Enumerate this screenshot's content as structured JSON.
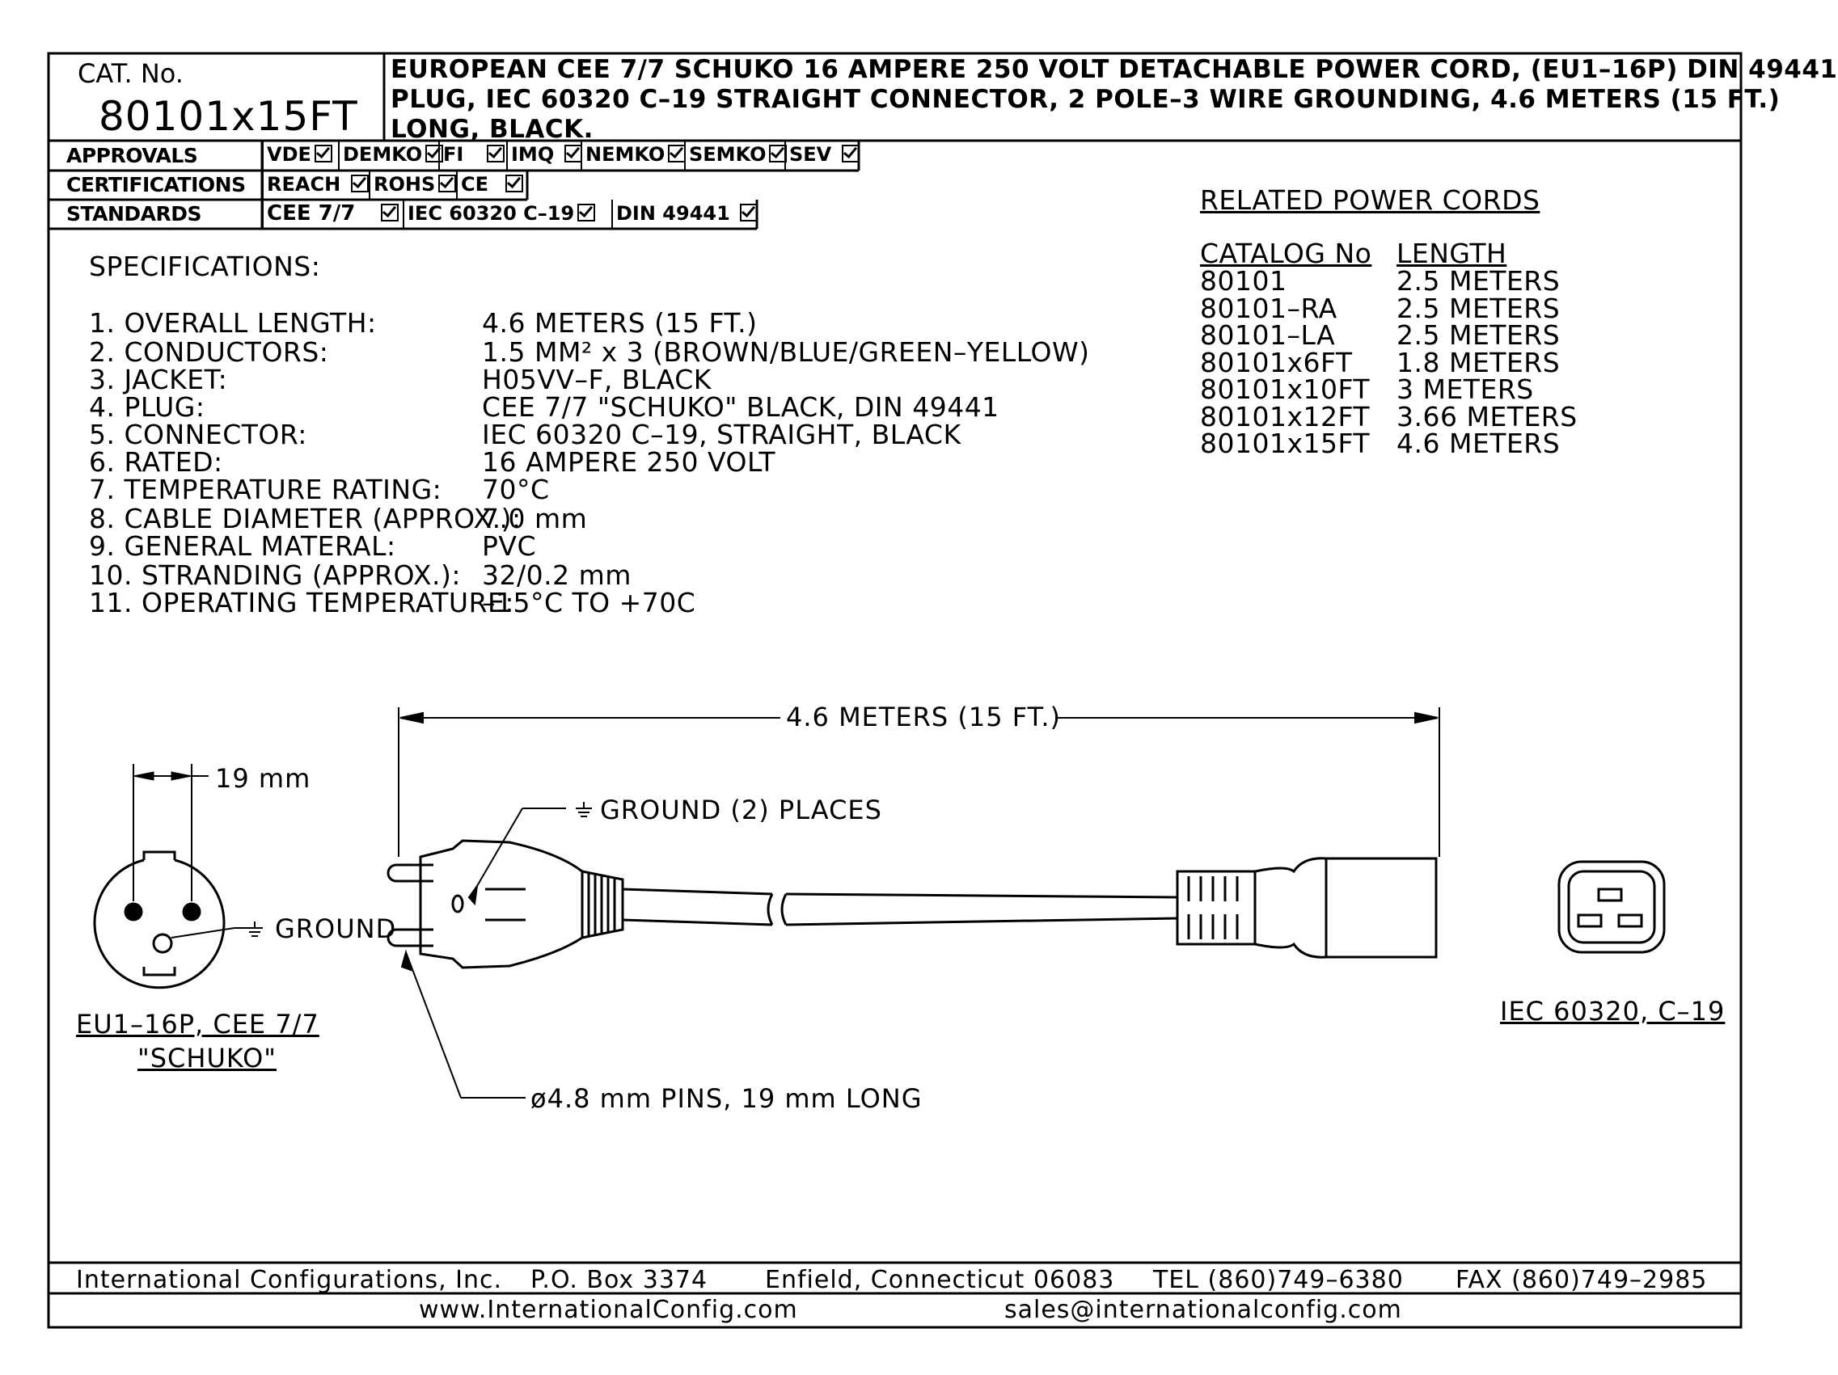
{
  "header": {
    "cat_label": "CAT. No.",
    "cat_number": "80101x15FT",
    "description_lines": [
      "EUROPEAN CEE 7/7 SCHUKO 16 AMPERE 250 VOLT DETACHABLE POWER CORD, (EU1–16P) DIN 49441",
      "PLUG, IEC 60320 C–19 STRAIGHT CONNECTOR, 2 POLE–3 WIRE GROUNDING, 4.6 METERS (15 FT.)",
      "LONG, BLACK."
    ]
  },
  "approvals": {
    "label": "APPROVALS",
    "items": [
      "VDE",
      "DEMKO",
      "FI",
      "IMQ",
      "NEMKO",
      "SEMKO",
      "SEV"
    ]
  },
  "certifications": {
    "label": "CERTIFICATIONS",
    "items": [
      "REACH",
      "ROHS",
      "CE"
    ]
  },
  "standards": {
    "label": "STANDARDS",
    "items": [
      "CEE 7/7",
      "IEC 60320 C–19",
      "DIN 49441"
    ]
  },
  "specifications": {
    "title": "SPECIFICATIONS:",
    "rows": [
      {
        "label": "1. OVERALL LENGTH:",
        "value": "4.6 METERS (15 FT.)"
      },
      {
        "label": "2. CONDUCTORS:",
        "value": "1.5 MM² x 3 (BROWN/BLUE/GREEN–YELLOW)"
      },
      {
        "label": "3. JACKET:",
        "value": "H05VV–F, BLACK"
      },
      {
        "label": "4. PLUG:",
        "value": "CEE 7/7 \"SCHUKO\" BLACK, DIN 49441"
      },
      {
        "label": "5. CONNECTOR:",
        "value": "IEC 60320 C–19, STRAIGHT, BLACK"
      },
      {
        "label": "6. RATED:",
        "value": "16 AMPERE 250 VOLT"
      },
      {
        "label": "7. TEMPERATURE RATING:",
        "value": "70°C"
      },
      {
        "label": "8. CABLE DIAMETER (APPROX.):",
        "value": "7.0 mm"
      },
      {
        "label": "9. GENERAL MATERAL:",
        "value": "PVC"
      },
      {
        "label": "10. STRANDING (APPROX.):",
        "value": "32/0.2 mm"
      },
      {
        "label": "11. OPERATING TEMPERATURE:",
        "value": "–15°C TO +70C"
      }
    ]
  },
  "related": {
    "title": "RELATED POWER CORDS",
    "col_catalog": "CATALOG No",
    "col_length": "LENGTH",
    "rows": [
      {
        "catalog": "80101",
        "length": "2.5 METERS"
      },
      {
        "catalog": "80101–RA",
        "length": "2.5 METERS"
      },
      {
        "catalog": "80101–LA",
        "length": "2.5 METERS"
      },
      {
        "catalog": "80101x6FT",
        "length": "1.8 METERS"
      },
      {
        "catalog": "80101x10FT",
        "length": "3 METERS"
      },
      {
        "catalog": "80101x12FT",
        "length": "3.66 METERS"
      },
      {
        "catalog": "80101x15FT",
        "length": "4.6 METERS"
      }
    ]
  },
  "drawing": {
    "overall_dim": "4.6 METERS (15 FT.)",
    "pin_spacing": "19 mm",
    "ground_label": "GROUND",
    "ground_places": "GROUND (2) PLACES",
    "pins_note": "ø4.8 mm PINS, 19 mm LONG",
    "plug_caption_1": "EU1–16P, CEE 7/7",
    "plug_caption_2": "\"SCHUKO\"",
    "connector_caption": "IEC 60320, C–19",
    "ground_symbol": "ground-symbol-icon"
  },
  "footer": {
    "company": "International Configurations, Inc.",
    "po_box": "P.O. Box 3374",
    "city": "Enfield, Connecticut 06083",
    "tel": "TEL (860)749–6380",
    "fax": "FAX (860)749–2985",
    "website": "www.InternationalConfig.com",
    "email": "sales@internationalconfig.com"
  }
}
